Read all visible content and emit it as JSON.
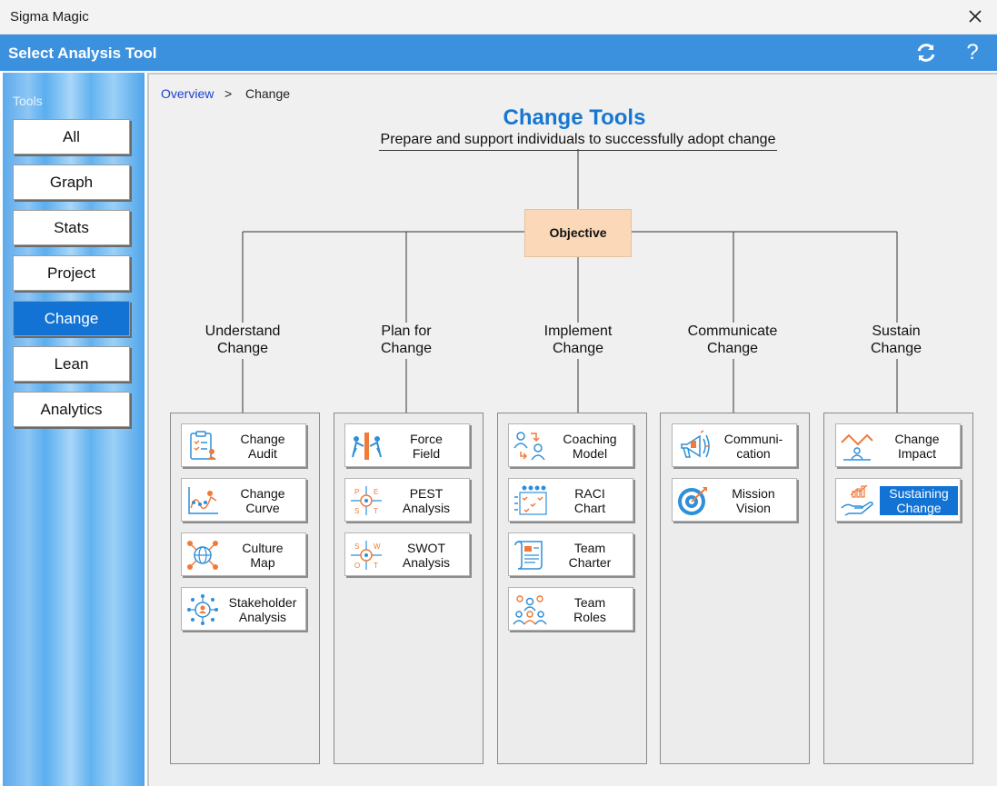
{
  "window": {
    "title": "Sigma Magic"
  },
  "header": {
    "title": "Select Analysis Tool",
    "help_label": "?"
  },
  "sidebar": {
    "label": "Tools",
    "items": [
      {
        "label": "All"
      },
      {
        "label": "Graph"
      },
      {
        "label": "Stats"
      },
      {
        "label": "Project"
      },
      {
        "label": "Change",
        "active": true
      },
      {
        "label": "Lean"
      },
      {
        "label": "Analytics"
      }
    ]
  },
  "breadcrumb": {
    "root": "Overview",
    "separator": ">",
    "current": "Change"
  },
  "main": {
    "title": "Change Tools",
    "subtitle": "Prepare and support individuals to successfully adopt change",
    "objective": "Objective",
    "categories": [
      {
        "line1": "Understand",
        "line2": "Change",
        "tools": [
          {
            "line1": "Change",
            "line2": "Audit",
            "icon": "clipboard-icon"
          },
          {
            "line1": "Change",
            "line2": "Curve",
            "icon": "curve-chart-icon"
          },
          {
            "line1": "Culture",
            "line2": "Map",
            "icon": "globe-network-icon"
          },
          {
            "line1": "Stakeholder",
            "line2": "Analysis",
            "icon": "stakeholder-hub-icon"
          }
        ]
      },
      {
        "line1": "Plan for",
        "line2": "Change",
        "tools": [
          {
            "line1": "Force",
            "line2": "Field",
            "icon": "force-field-icon"
          },
          {
            "line1": "PEST",
            "line2": "Analysis",
            "icon": "pest-icon",
            "letters": [
              "P",
              "E",
              "S",
              "T"
            ]
          },
          {
            "line1": "SWOT",
            "line2": "Analysis",
            "icon": "swot-icon",
            "letters": [
              "S",
              "W",
              "O",
              "T"
            ]
          }
        ]
      },
      {
        "line1": "Implement",
        "line2": "Change",
        "tools": [
          {
            "line1": "Coaching",
            "line2": "Model",
            "icon": "coaching-icon"
          },
          {
            "line1": "RACI",
            "line2": "Chart",
            "icon": "raci-icon"
          },
          {
            "line1": "Team",
            "line2": "Charter",
            "icon": "charter-scroll-icon"
          },
          {
            "line1": "Team",
            "line2": "Roles",
            "icon": "team-roles-icon"
          }
        ]
      },
      {
        "line1": "Communicate",
        "line2": "Change",
        "tools": [
          {
            "line1": "Communi-",
            "line2": "cation",
            "icon": "megaphone-icon"
          },
          {
            "line1": "Mission",
            "line2": "Vision",
            "icon": "target-icon"
          }
        ]
      },
      {
        "line1": "Sustain",
        "line2": "Change",
        "tools": [
          {
            "line1": "Change",
            "line2": "Impact",
            "icon": "impact-chart-icon"
          },
          {
            "line1": "Sustaining",
            "line2": "Change",
            "icon": "hand-growth-icon",
            "selected": true
          }
        ]
      }
    ]
  },
  "colors": {
    "accent": "#3c91df",
    "active": "#1273d4",
    "icon_blue": "#2f8fd8",
    "icon_orange": "#f07a3a",
    "objective": "#fbd8b8"
  }
}
